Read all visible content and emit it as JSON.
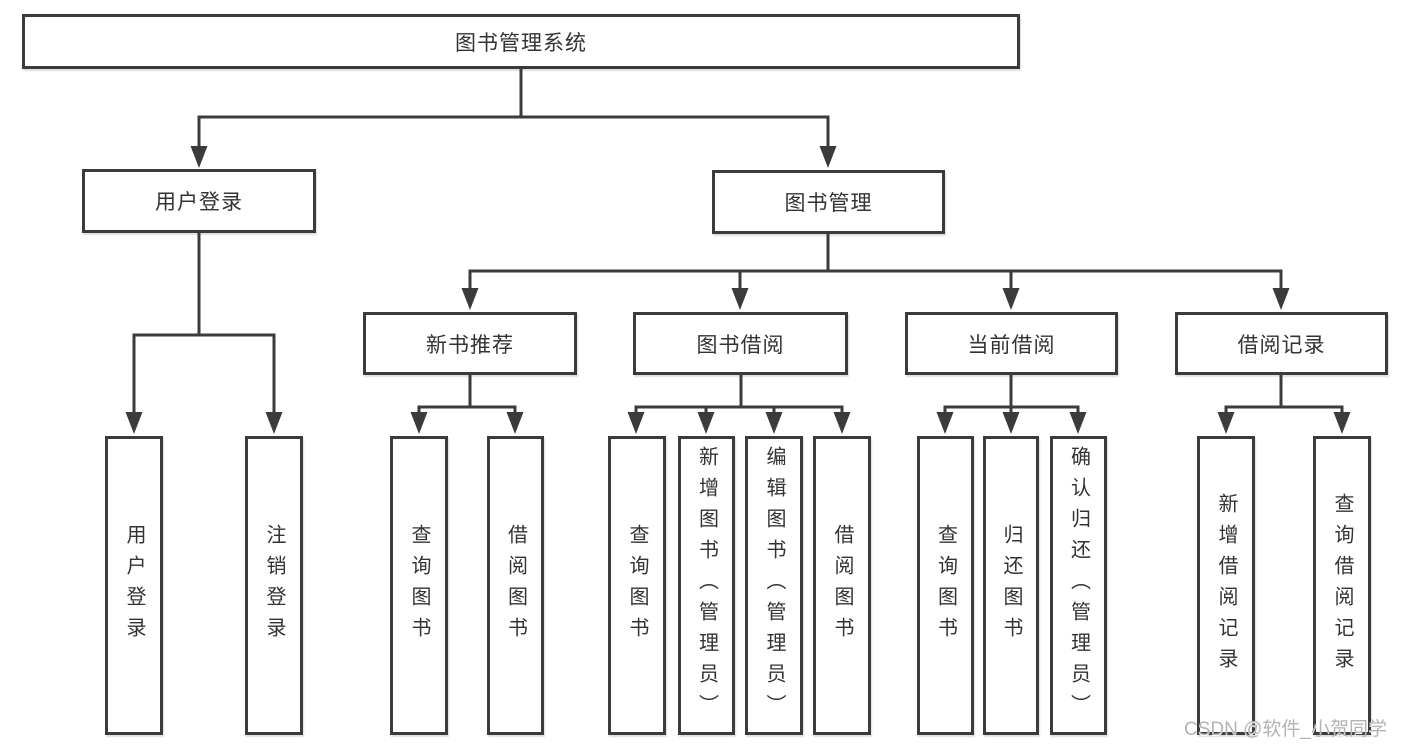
{
  "diagram": {
    "root": {
      "label": "图书管理系统"
    },
    "level2": [
      {
        "label": "用户登录",
        "children": [
          {
            "label": "用户登录"
          },
          {
            "label": "注销登录"
          }
        ]
      },
      {
        "label": "图书管理",
        "children": [
          {
            "label": "新书推荐",
            "children": [
              {
                "label": "查询图书"
              },
              {
                "label": "借阅图书"
              }
            ]
          },
          {
            "label": "图书借阅",
            "children": [
              {
                "label": "查询图书"
              },
              {
                "label": "新增图书（管理员）"
              },
              {
                "label": "编辑图书（管理员）"
              },
              {
                "label": "借阅图书"
              }
            ]
          },
          {
            "label": "当前借阅",
            "children": [
              {
                "label": "查询图书"
              },
              {
                "label": "归还图书"
              },
              {
                "label": "确认归还（管理员）"
              }
            ]
          },
          {
            "label": "借阅记录",
            "children": [
              {
                "label": "新增借阅记录"
              },
              {
                "label": "查询借阅记录"
              }
            ]
          }
        ]
      }
    ]
  },
  "watermark": {
    "text": "CSDN @软件_小贺同学"
  },
  "colors": {
    "line": "#3b3b3b",
    "text": "#333333",
    "watermark": "#b3b3b3",
    "background": "#ffffff"
  }
}
